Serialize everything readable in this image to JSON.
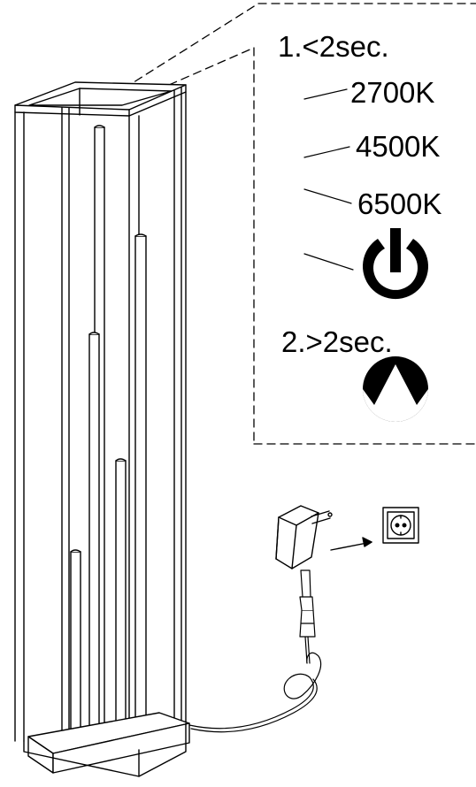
{
  "instructions": {
    "short_press_label": "1.<2sec.",
    "color_temperatures": [
      "2700K",
      "4500K",
      "6500K"
    ],
    "long_press_label": "2.>2sec."
  },
  "icons": [
    "power-icon",
    "dimming-arrow-icon",
    "power-adapter-icon",
    "wall-socket-icon"
  ],
  "colors": {
    "line": "#000000",
    "background": "#ffffff"
  }
}
